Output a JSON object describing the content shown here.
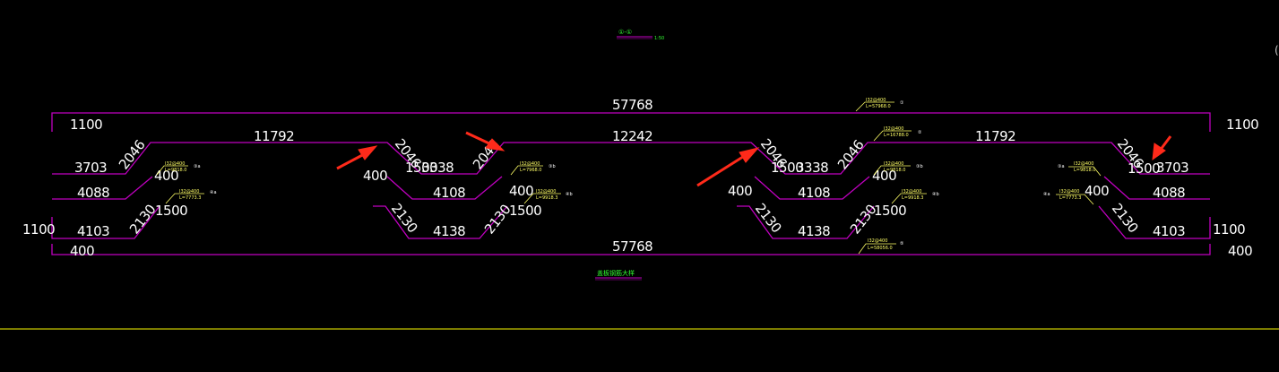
{
  "header": {
    "title": "①-① ",
    "scale": "1:50"
  },
  "footer": {
    "caption": "盖板钢筋大样"
  },
  "colors": {
    "background": "#000000",
    "rebar": "#c000c0",
    "text": "#ffffff",
    "annotation": "#ffff66",
    "title": "#33ff33",
    "bottom_line": "#c8c800",
    "arrow": "#ff2a1a"
  },
  "top_bar": {
    "left_end": "1100",
    "right_end": "1100",
    "length": "57768"
  },
  "bottom_bar": {
    "left_label": "1100",
    "left_end": "400",
    "right_label": "1100",
    "right_end": "400",
    "length": "57768"
  },
  "bent_bar": {
    "seg_left": "11792",
    "seg_mid": "12242",
    "seg_right": "11792",
    "bend": "2046",
    "end_left": "3703",
    "end_right": "3703",
    "bend_end": "1500",
    "step_seg": "3338",
    "step_offset": "400"
  },
  "bar_4": {
    "seg_left": "4088",
    "seg_mid_a": "4108",
    "seg_mid_b": "4108",
    "seg_right": "4088",
    "offset": "400"
  },
  "bar_5": {
    "seg_left": "4103",
    "seg_mid_a": "4138",
    "seg_mid_b": "4138",
    "seg_right": "4103",
    "bend": "2130",
    "bend_end": "1500",
    "offset": "400"
  },
  "annotations": [
    {
      "line1": "Ⅰ32@400",
      "line2": "L=57968.0",
      "mark": "①"
    },
    {
      "line1": "Ⅰ32@400",
      "line2": "L=16788.0",
      "mark": "②"
    },
    {
      "line1": "Ⅰ32@400",
      "line2": "L=9818.0",
      "mark": "③a"
    },
    {
      "line1": "Ⅰ32@400",
      "line2": "L=7773.3",
      "mark": "④a"
    },
    {
      "line1": "Ⅰ32@400",
      "line2": "L=7968.0",
      "mark": "③b"
    },
    {
      "line1": "Ⅰ32@400",
      "line2": "L=9918.3",
      "mark": "④b"
    },
    {
      "line1": "Ⅰ32@400",
      "line2": "L=9818.0",
      "mark": "③b"
    },
    {
      "line1": "Ⅰ32@400",
      "line2": "L=9918.3",
      "mark": "④b"
    },
    {
      "line1": "Ⅰ32@400",
      "line2": "L=9818.0",
      "mark": "③a"
    },
    {
      "line1": "Ⅰ32@400",
      "line2": "L=7773.3",
      "mark": "④a"
    },
    {
      "line1": "Ⅰ32@400",
      "line2": "L=58056.0",
      "mark": "⑤"
    }
  ]
}
